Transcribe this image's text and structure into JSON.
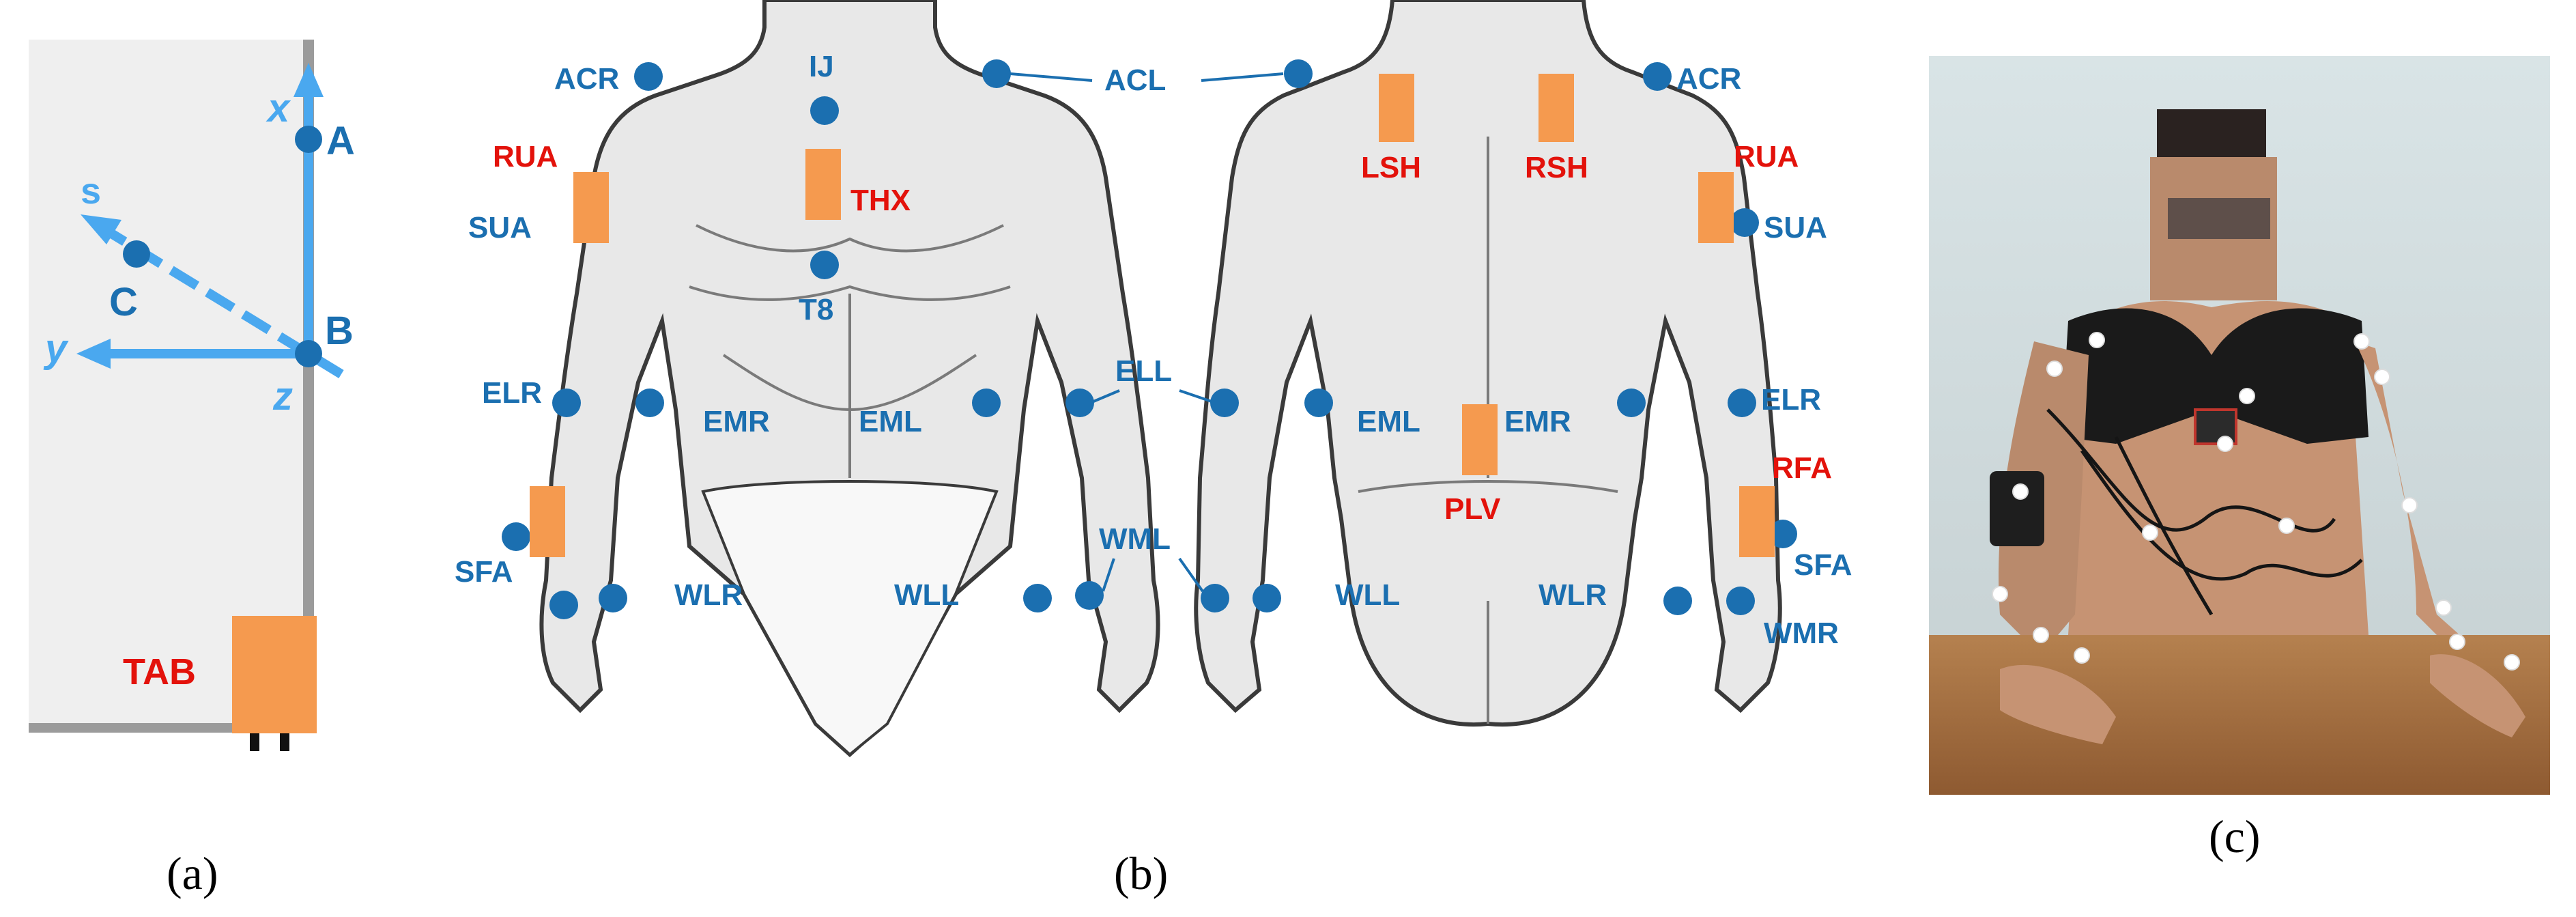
{
  "panel_a": {
    "caption": "(a)",
    "axis_labels": {
      "x": "x",
      "y": "y",
      "z": "z",
      "s": "s"
    },
    "points": {
      "a": "A",
      "b": "B",
      "c": "C"
    },
    "sensor": "TAB"
  },
  "panel_b": {
    "caption": "(b)",
    "front": {
      "markers": {
        "acr": "ACR",
        "ij": "IJ",
        "sua": "SUA",
        "t8": "T8",
        "elr": "ELR",
        "emr": "EMR",
        "eml": "EML",
        "sfa": "SFA",
        "wlr": "WLR",
        "wll": "WLL"
      },
      "sensors": {
        "rua": "RUA",
        "thx": "THX"
      }
    },
    "shared": {
      "acl": "ACL",
      "ell": "ELL",
      "wml": "WML"
    },
    "back": {
      "markers": {
        "acr": "ACR",
        "sua": "SUA",
        "eml": "EML",
        "emr": "EMR",
        "elr": "ELR",
        "sfa": "SFA",
        "wll": "WLL",
        "wlr": "WLR",
        "wmr": "WMR"
      },
      "sensors": {
        "lsh": "LSH",
        "rsh": "RSH",
        "rua": "RUA",
        "plv": "PLV",
        "rfa": "RFA"
      }
    }
  },
  "panel_c": {
    "caption": "(c)"
  },
  "colors": {
    "marker": "#1b6fb0",
    "sensor": "#f59a4f",
    "sensor_label": "#e3120b",
    "axis": "#4aa8ef",
    "body_fill": "#e8e8e8"
  }
}
